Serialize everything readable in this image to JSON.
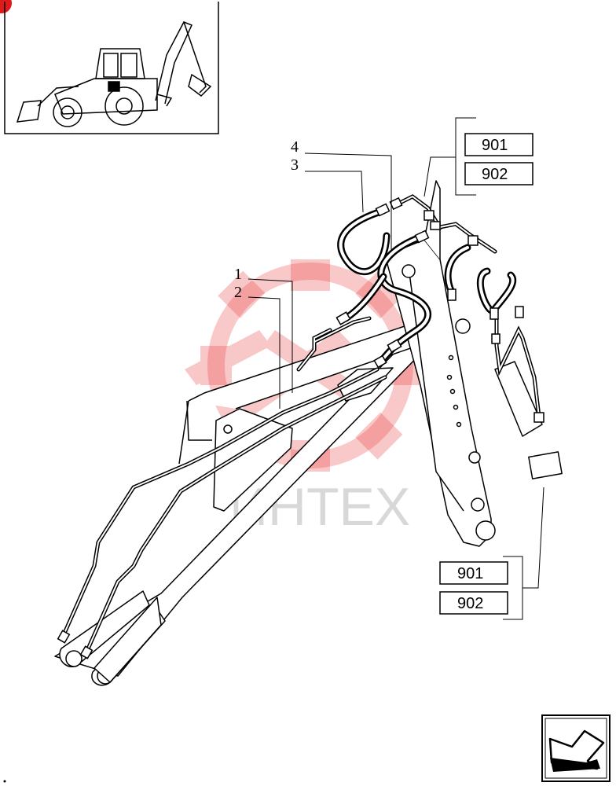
{
  "watermark": {
    "text": "ИНТЕХ",
    "color": "#e83a3a"
  },
  "part_labels": [
    "4",
    "3",
    "1",
    "2"
  ],
  "code_groups": [
    {
      "codes": [
        "901",
        "902"
      ]
    },
    {
      "codes": [
        "901",
        "902"
      ]
    }
  ],
  "icons": {
    "thumbnail": "backhoe-loader-icon",
    "nav": "next-page-arrow-icon",
    "corner": "red-corner-marker"
  },
  "colors": {
    "line": "#000000",
    "watermark": "#e83a3a",
    "corner": "#e01a1a"
  }
}
